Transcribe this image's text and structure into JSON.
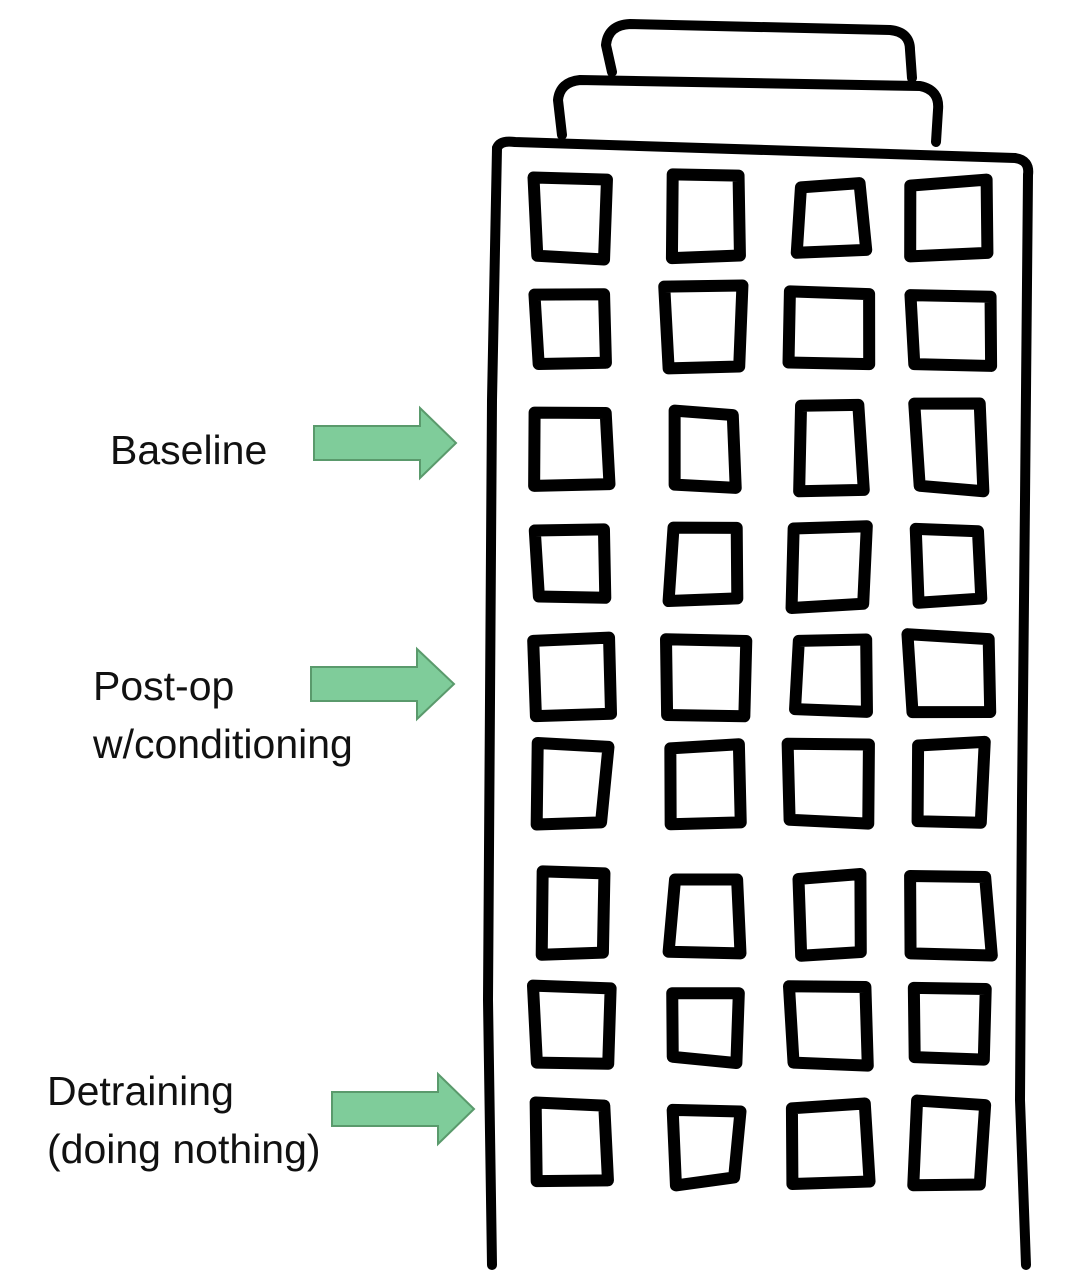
{
  "labels": {
    "baseline": "Baseline",
    "postop_line1": "Post-op",
    "postop_line2": "w/conditioning",
    "detraining_line1": "Detraining",
    "detraining_line2": "(doing nothing)"
  },
  "building": {
    "window_columns": 4,
    "window_rows": 9
  },
  "colors": {
    "arrow_fill": "#7fcc9a",
    "arrow_stroke": "#5a9a6c",
    "ink": "#000000"
  }
}
